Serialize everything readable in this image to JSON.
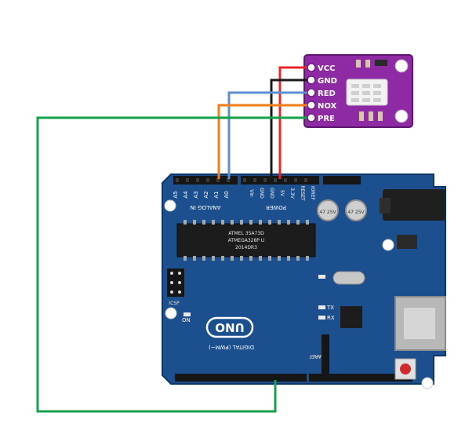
{
  "sensor": {
    "pins": [
      {
        "label": "VCC",
        "wire_color": "#e8262a"
      },
      {
        "label": "GND",
        "wire_color": "#1a1a1a"
      },
      {
        "label": "RED",
        "wire_color": "#5b8fd0"
      },
      {
        "label": "NOX",
        "wire_color": "#f07f1a"
      },
      {
        "label": "PRE",
        "wire_color": "#13a24b"
      }
    ],
    "board_color": "#8e2aa3"
  },
  "arduino": {
    "board_color": "#1c4f8e",
    "model_label": "UNO",
    "analog_header_label": "ANALOG IN",
    "power_header_label": "POWER",
    "digital_header_label": "DIGITAL (PWM~)",
    "analog_pins": [
      "A5",
      "A4",
      "A3",
      "A2",
      "A1",
      "A0"
    ],
    "power_pins": [
      "Vin",
      "GND",
      "GND",
      "5V",
      "3.3V",
      "RESET",
      "IOREF"
    ],
    "chip_text": [
      "ATMEL 35A73D",
      "ATMEGA328P U",
      "2014DR3"
    ],
    "tx_label": "TX",
    "rx_label": "RX",
    "on_label": "ON",
    "icsp_label": "ICSP",
    "cap_text": "47 25V",
    "aref_label": "AREF"
  }
}
